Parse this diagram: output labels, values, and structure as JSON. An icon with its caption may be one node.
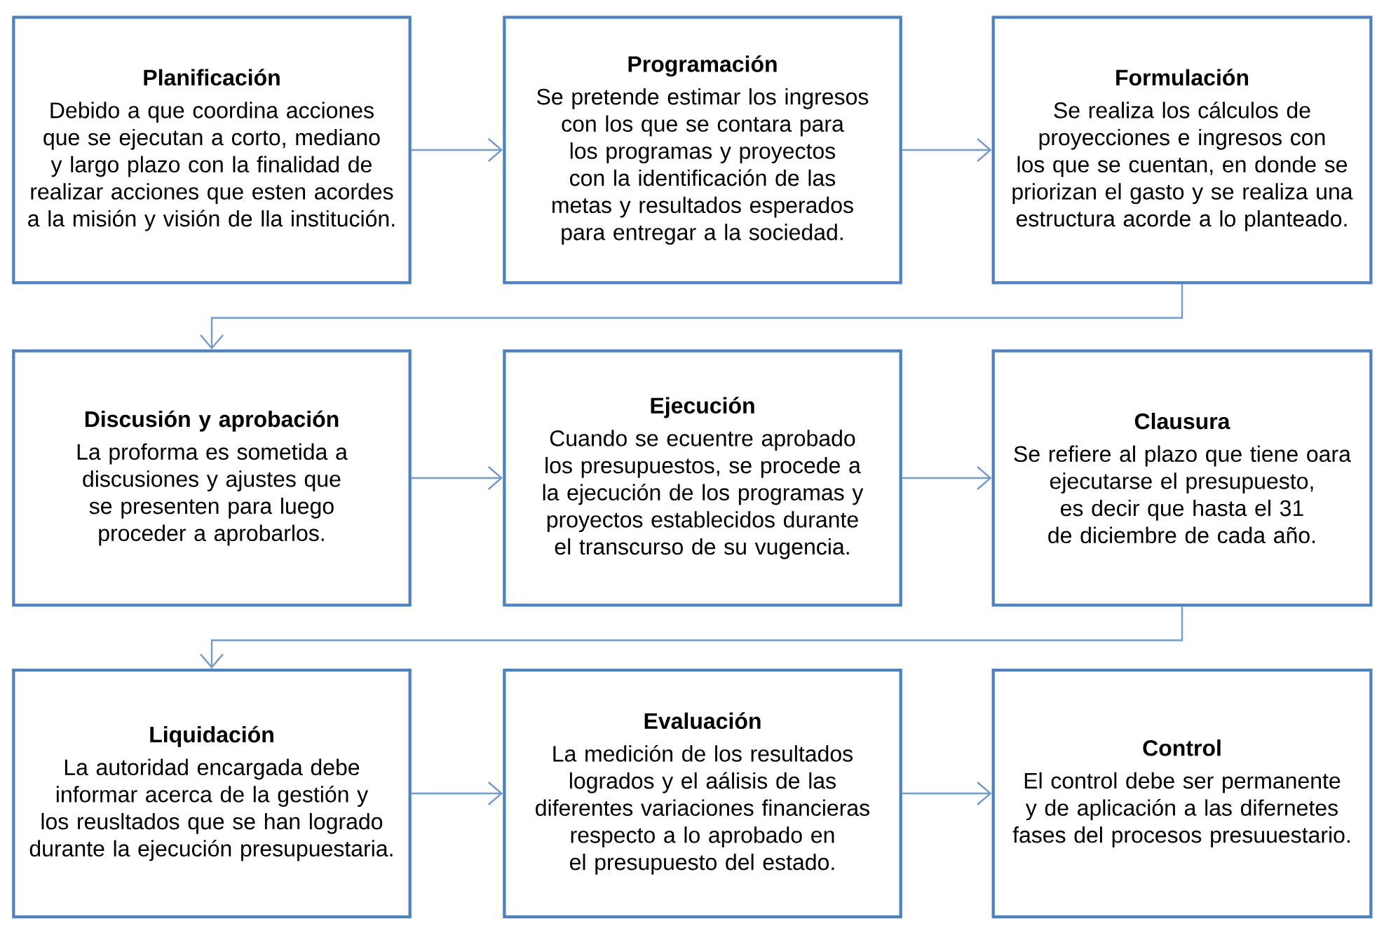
{
  "diagram": {
    "nodes": [
      {
        "text": [
          "Planificación",
          "Debido a que coordina acciones que se ejecutan a corto, mediano y largo plazo con la finalidad de realizar acciones que esten acordes a la misión y visión de lla institución."
        ]
      },
      {
        "text": [
          "Programación",
          "Se pretende estimar los ingresos con los que se contara para los programas y proyectos con la identificación de las metas y resultados esperados para entregar a la sociedad."
        ]
      },
      {
        "text": [
          "Formulación",
          "Se realiza los cálculos de proyecciones e ingresos con los que se cuentan, en donde se priorizan el gasto y se realiza una estructura acorde a lo planteado."
        ]
      },
      {
        "text": [
          "Discusión y aprobación",
          "La proforma es sometida a discusiones y ajustes que se presenten para luego proceder a aprobarlos."
        ]
      },
      {
        "text": [
          "Ejecución",
          "Cuando se ecuentre aprobado los presupuestos, se procede a la ejecución de los programas y proyectos establecidos durante el transcurso de su vugencia."
        ]
      },
      {
        "text": [
          "Clausura",
          "Se refiere al plazo que tiene oara ejecutarse el presupuesto, es decir que hasta el 31 de diciembre de cada año."
        ]
      },
      {
        "text": [
          "Liquidación",
          "La autoridad encargada debe informar acerca de la gestión y los reusltados que se han logrado durante la ejecución presupuestaria."
        ]
      },
      {
        "text": [
          "Evaluación",
          "La medición de los resultados logrados y el aálisis de las diferentes variaciones financieras respecto a lo aprobado en el presupuesto del estado."
        ]
      },
      {
        "text": [
          "Control",
          "El control debe ser permanente y de aplicación a las difernetes  fases del procesos presuuestario."
        ]
      }
    ],
    "edges": [
      {
        "from": 0,
        "to": 1,
        "arrow": "to"
      },
      {
        "from": 1,
        "to": 2,
        "arrow": "to"
      },
      {
        "from": 2,
        "to": 3,
        "arrow": "to"
      },
      {
        "from": 3,
        "to": 4,
        "arrow": "to"
      },
      {
        "from": 4,
        "to": 5,
        "arrow": "to"
      },
      {
        "from": 5,
        "to": 6,
        "arrow": "to"
      },
      {
        "from": 6,
        "to": 7,
        "arrow": "to"
      },
      {
        "from": 7,
        "to": 8,
        "arrow": "to"
      }
    ]
  }
}
